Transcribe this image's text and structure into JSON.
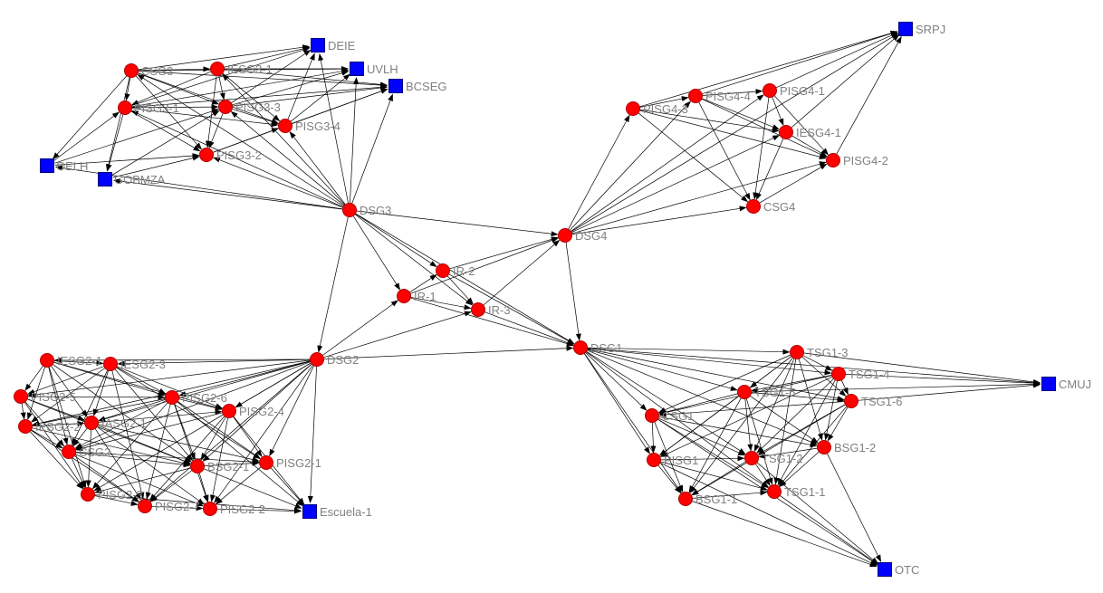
{
  "diagram": {
    "colors": {
      "actor": "#ff0000",
      "actor_stroke": "#b00000",
      "org": "#0000ff",
      "org_stroke": "#000080",
      "edge": "#000000",
      "label": "#808080"
    },
    "nodes": [
      {
        "id": "DEIE",
        "label": "DEIE",
        "kind": "org"
      },
      {
        "id": "UVLH",
        "label": "UVLH",
        "kind": "org"
      },
      {
        "id": "BCSEG",
        "label": "BCSEG",
        "kind": "org"
      },
      {
        "id": "OELH",
        "label": "OELH",
        "kind": "org"
      },
      {
        "id": "GOBMZA",
        "label": "GOBMZA",
        "kind": "org"
      },
      {
        "id": "SRPJ",
        "label": "SRPJ",
        "kind": "org"
      },
      {
        "id": "CMUJ",
        "label": "CMUJ",
        "kind": "org"
      },
      {
        "id": "OTC",
        "label": "OTC",
        "kind": "org"
      },
      {
        "id": "Escuela-1",
        "label": "Escuela-1",
        "kind": "org"
      },
      {
        "id": "CSG3",
        "label": "CSG3",
        "kind": "actor"
      },
      {
        "id": "IESG3-1",
        "label": "IESG3-1",
        "kind": "actor"
      },
      {
        "id": "PISG3-1",
        "label": "PISG3-1",
        "kind": "actor"
      },
      {
        "id": "PISG3-3",
        "label": "PISG3-3",
        "kind": "actor"
      },
      {
        "id": "PISG3-4",
        "label": "PISG3-4",
        "kind": "actor"
      },
      {
        "id": "PISG3-2",
        "label": "PISG3-2",
        "kind": "actor"
      },
      {
        "id": "DSG3",
        "label": "DSG3",
        "kind": "actor"
      },
      {
        "id": "IR-2",
        "label": "IR-2",
        "kind": "actor"
      },
      {
        "id": "IR-1",
        "label": "IR-1",
        "kind": "actor"
      },
      {
        "id": "IR-3",
        "label": "IR-3",
        "kind": "actor"
      },
      {
        "id": "DSG4",
        "label": "DSG4",
        "kind": "actor"
      },
      {
        "id": "DSG1",
        "label": "DSG1",
        "kind": "actor"
      },
      {
        "id": "DSG2",
        "label": "DSG2",
        "kind": "actor"
      },
      {
        "id": "PISG4-3",
        "label": "PISG4-3",
        "kind": "actor"
      },
      {
        "id": "PISG4-4",
        "label": "PISG4-4",
        "kind": "actor"
      },
      {
        "id": "PISG4-1",
        "label": "PISG4-1",
        "kind": "actor"
      },
      {
        "id": "IESG4-1",
        "label": "IESG4-1",
        "kind": "actor"
      },
      {
        "id": "PISG4-2",
        "label": "PISG4-2",
        "kind": "actor"
      },
      {
        "id": "CSG4",
        "label": "CSG4",
        "kind": "actor"
      },
      {
        "id": "IESG2-1",
        "label": "IESG2-1",
        "kind": "actor"
      },
      {
        "id": "IESG2-3",
        "label": "IESG2-3",
        "kind": "actor"
      },
      {
        "id": "PISG2-5",
        "label": "PISG2-5",
        "kind": "actor"
      },
      {
        "id": "PISG2-6",
        "label": "PISG2-6",
        "kind": "actor"
      },
      {
        "id": "IESG2-2",
        "label": "IESG2-2",
        "kind": "actor"
      },
      {
        "id": "IASG2-1",
        "label": "IASG2-1",
        "kind": "actor"
      },
      {
        "id": "PISG2-4",
        "label": "PISG2-4",
        "kind": "actor"
      },
      {
        "id": "CSG2",
        "label": "CSG2",
        "kind": "actor"
      },
      {
        "id": "BSG2-1",
        "label": "BSG2-1",
        "kind": "actor"
      },
      {
        "id": "PISG2-1",
        "label": "PISG2-1",
        "kind": "actor"
      },
      {
        "id": "PISG2-3",
        "label": "PISG2-3",
        "kind": "actor"
      },
      {
        "id": "PISG2-7",
        "label": "PISG2-7",
        "kind": "actor"
      },
      {
        "id": "PISG2-2",
        "label": "PISG2-2",
        "kind": "actor"
      },
      {
        "id": "TSG1-3",
        "label": "TSG1-3",
        "kind": "actor"
      },
      {
        "id": "TSG1-4",
        "label": "TSG1-4",
        "kind": "actor"
      },
      {
        "id": "TSG1-5",
        "label": "TSG1-5",
        "kind": "actor"
      },
      {
        "id": "TSG1-6",
        "label": "TSG1-6",
        "kind": "actor"
      },
      {
        "id": "CSG1",
        "label": "CSG1",
        "kind": "actor"
      },
      {
        "id": "BSG1-2",
        "label": "BSG1-2",
        "kind": "actor"
      },
      {
        "id": "PISG1",
        "label": "PISG1",
        "kind": "actor"
      },
      {
        "id": "TSG1-2",
        "label": "TSG1-2",
        "kind": "actor"
      },
      {
        "id": "BSG1-1",
        "label": "BSG1-1",
        "kind": "actor"
      },
      {
        "id": "TSG1-1",
        "label": "TSG1-1",
        "kind": "actor"
      }
    ],
    "edges": [
      [
        "CSG3",
        "IESG3-1"
      ],
      [
        "CSG3",
        "PISG3-1"
      ],
      [
        "CSG3",
        "PISG3-3"
      ],
      [
        "CSG3",
        "PISG3-4"
      ],
      [
        "CSG3",
        "DEIE"
      ],
      [
        "CSG3",
        "UVLH"
      ],
      [
        "CSG3",
        "BCSEG"
      ],
      [
        "CSG3",
        "OELH"
      ],
      [
        "CSG3",
        "GOBMZA"
      ],
      [
        "CSG3",
        "PISG3-2"
      ],
      [
        "IESG3-1",
        "PISG3-1"
      ],
      [
        "IESG3-1",
        "PISG3-3"
      ],
      [
        "IESG3-1",
        "PISG3-4"
      ],
      [
        "IESG3-1",
        "DEIE"
      ],
      [
        "IESG3-1",
        "UVLH"
      ],
      [
        "IESG3-1",
        "BCSEG"
      ],
      [
        "IESG3-1",
        "PISG3-2"
      ],
      [
        "PISG3-1",
        "PISG3-3"
      ],
      [
        "PISG3-1",
        "PISG3-4"
      ],
      [
        "PISG3-1",
        "PISG3-2"
      ],
      [
        "PISG3-1",
        "DEIE"
      ],
      [
        "PISG3-1",
        "UVLH"
      ],
      [
        "PISG3-1",
        "BCSEG"
      ],
      [
        "PISG3-1",
        "GOBMZA"
      ],
      [
        "PISG3-3",
        "PISG3-4"
      ],
      [
        "PISG3-3",
        "PISG3-2"
      ],
      [
        "PISG3-3",
        "DEIE"
      ],
      [
        "PISG3-3",
        "UVLH"
      ],
      [
        "PISG3-3",
        "BCSEG"
      ],
      [
        "PISG3-4",
        "DEIE"
      ],
      [
        "PISG3-4",
        "UVLH"
      ],
      [
        "PISG3-4",
        "BCSEG"
      ],
      [
        "PISG3-2",
        "PISG3-4"
      ],
      [
        "PISG3-2",
        "BCSEG"
      ],
      [
        "OELH",
        "PISG3-2"
      ],
      [
        "OELH",
        "PISG3-3"
      ],
      [
        "OELH",
        "PISG3-1"
      ],
      [
        "GOBMZA",
        "PISG3-2"
      ],
      [
        "GOBMZA",
        "PISG3-3"
      ],
      [
        "DSG3",
        "CSG3"
      ],
      [
        "DSG3",
        "IESG3-1"
      ],
      [
        "DSG3",
        "PISG3-1"
      ],
      [
        "DSG3",
        "PISG3-3"
      ],
      [
        "DSG3",
        "PISG3-4"
      ],
      [
        "DSG3",
        "PISG3-2"
      ],
      [
        "DSG3",
        "DEIE"
      ],
      [
        "DSG3",
        "UVLH"
      ],
      [
        "DSG3",
        "BCSEG"
      ],
      [
        "DSG3",
        "OELH"
      ],
      [
        "DSG3",
        "GOBMZA"
      ],
      [
        "DSG3",
        "IR-2"
      ],
      [
        "DSG3",
        "IR-1"
      ],
      [
        "DSG3",
        "IR-3"
      ],
      [
        "DSG3",
        "DSG4"
      ],
      [
        "DSG3",
        "DSG2"
      ],
      [
        "DSG3",
        "DSG1"
      ],
      [
        "IR-1",
        "IR-2"
      ],
      [
        "IR-1",
        "IR-3"
      ],
      [
        "IR-2",
        "IR-3"
      ],
      [
        "IR-2",
        "DSG4"
      ],
      [
        "IR-3",
        "DSG4"
      ],
      [
        "IR-1",
        "DSG4"
      ],
      [
        "IR-1",
        "DSG1"
      ],
      [
        "IR-2",
        "DSG1"
      ],
      [
        "IR-3",
        "DSG1"
      ],
      [
        "DSG2",
        "IR-1"
      ],
      [
        "DSG2",
        "IR-3"
      ],
      [
        "DSG2",
        "DSG1"
      ],
      [
        "DSG4",
        "DSG1"
      ],
      [
        "DSG4",
        "PISG4-3"
      ],
      [
        "DSG4",
        "PISG4-4"
      ],
      [
        "DSG4",
        "PISG4-1"
      ],
      [
        "DSG4",
        "IESG4-1"
      ],
      [
        "DSG4",
        "PISG4-2"
      ],
      [
        "DSG4",
        "CSG4"
      ],
      [
        "DSG4",
        "SRPJ"
      ],
      [
        "PISG4-3",
        "PISG4-4"
      ],
      [
        "PISG4-3",
        "IESG4-1"
      ],
      [
        "PISG4-3",
        "PISG4-2"
      ],
      [
        "PISG4-3",
        "CSG4"
      ],
      [
        "PISG4-3",
        "SRPJ"
      ],
      [
        "PISG4-4",
        "PISG4-1"
      ],
      [
        "PISG4-4",
        "IESG4-1"
      ],
      [
        "PISG4-4",
        "PISG4-2"
      ],
      [
        "PISG4-4",
        "CSG4"
      ],
      [
        "PISG4-4",
        "SRPJ"
      ],
      [
        "PISG4-1",
        "IESG4-1"
      ],
      [
        "PISG4-1",
        "PISG4-2"
      ],
      [
        "PISG4-1",
        "CSG4"
      ],
      [
        "PISG4-1",
        "SRPJ"
      ],
      [
        "IESG4-1",
        "PISG4-2"
      ],
      [
        "IESG4-1",
        "CSG4"
      ],
      [
        "IESG4-1",
        "SRPJ"
      ],
      [
        "PISG4-2",
        "SRPJ"
      ],
      [
        "CSG4",
        "PISG4-2"
      ],
      [
        "DSG2",
        "IESG2-1"
      ],
      [
        "DSG2",
        "IESG2-3"
      ],
      [
        "DSG2",
        "PISG2-5"
      ],
      [
        "DSG2",
        "PISG2-6"
      ],
      [
        "DSG2",
        "IESG2-2"
      ],
      [
        "DSG2",
        "IASG2-1"
      ],
      [
        "DSG2",
        "PISG2-4"
      ],
      [
        "DSG2",
        "CSG2"
      ],
      [
        "DSG2",
        "BSG2-1"
      ],
      [
        "DSG2",
        "PISG2-1"
      ],
      [
        "DSG2",
        "PISG2-3"
      ],
      [
        "DSG2",
        "PISG2-7"
      ],
      [
        "DSG2",
        "PISG2-2"
      ],
      [
        "DSG2",
        "Escuela-1"
      ],
      [
        "IESG2-1",
        "IESG2-3"
      ],
      [
        "IESG2-1",
        "PISG2-5"
      ],
      [
        "IESG2-1",
        "PISG2-6"
      ],
      [
        "IESG2-1",
        "IESG2-2"
      ],
      [
        "IESG2-1",
        "IASG2-1"
      ],
      [
        "IESG2-1",
        "CSG2"
      ],
      [
        "IESG2-1",
        "BSG2-1"
      ],
      [
        "IESG2-1",
        "PISG2-3"
      ],
      [
        "IESG2-1",
        "PISG2-4"
      ],
      [
        "IESG2-3",
        "PISG2-5"
      ],
      [
        "IESG2-3",
        "PISG2-6"
      ],
      [
        "IESG2-3",
        "IESG2-2"
      ],
      [
        "IESG2-3",
        "IASG2-1"
      ],
      [
        "IESG2-3",
        "CSG2"
      ],
      [
        "IESG2-3",
        "BSG2-1"
      ],
      [
        "IESG2-3",
        "PISG2-4"
      ],
      [
        "IESG2-3",
        "PISG2-1"
      ],
      [
        "IESG2-3",
        "PISG2-7"
      ],
      [
        "PISG2-5",
        "IESG2-2"
      ],
      [
        "PISG2-5",
        "IASG2-1"
      ],
      [
        "PISG2-5",
        "CSG2"
      ],
      [
        "PISG2-5",
        "PISG2-6"
      ],
      [
        "PISG2-5",
        "BSG2-1"
      ],
      [
        "PISG2-5",
        "PISG2-3"
      ],
      [
        "PISG2-6",
        "IESG2-2"
      ],
      [
        "PISG2-6",
        "IASG2-1"
      ],
      [
        "PISG2-6",
        "PISG2-4"
      ],
      [
        "PISG2-6",
        "CSG2"
      ],
      [
        "PISG2-6",
        "BSG2-1"
      ],
      [
        "PISG2-6",
        "PISG2-1"
      ],
      [
        "PISG2-6",
        "PISG2-3"
      ],
      [
        "PISG2-6",
        "PISG2-7"
      ],
      [
        "PISG2-6",
        "PISG2-2"
      ],
      [
        "PISG2-6",
        "Escuela-1"
      ],
      [
        "IESG2-2",
        "IASG2-1"
      ],
      [
        "IESG2-2",
        "CSG2"
      ],
      [
        "IESG2-2",
        "PISG2-3"
      ],
      [
        "IESG2-2",
        "BSG2-1"
      ],
      [
        "IESG2-2",
        "PISG2-7"
      ],
      [
        "IASG2-1",
        "PISG2-4"
      ],
      [
        "IASG2-1",
        "CSG2"
      ],
      [
        "IASG2-1",
        "BSG2-1"
      ],
      [
        "IASG2-1",
        "PISG2-1"
      ],
      [
        "IASG2-1",
        "PISG2-3"
      ],
      [
        "IASG2-1",
        "PISG2-7"
      ],
      [
        "IASG2-1",
        "PISG2-2"
      ],
      [
        "PISG2-4",
        "CSG2"
      ],
      [
        "PISG2-4",
        "BSG2-1"
      ],
      [
        "PISG2-4",
        "PISG2-1"
      ],
      [
        "PISG2-4",
        "PISG2-2"
      ],
      [
        "PISG2-4",
        "PISG2-7"
      ],
      [
        "PISG2-4",
        "Escuela-1"
      ],
      [
        "CSG2",
        "BSG2-1"
      ],
      [
        "CSG2",
        "PISG2-3"
      ],
      [
        "CSG2",
        "PISG2-7"
      ],
      [
        "CSG2",
        "PISG2-2"
      ],
      [
        "CSG2",
        "PISG2-1"
      ],
      [
        "BSG2-1",
        "PISG2-1"
      ],
      [
        "BSG2-1",
        "PISG2-3"
      ],
      [
        "BSG2-1",
        "PISG2-7"
      ],
      [
        "BSG2-1",
        "PISG2-2"
      ],
      [
        "BSG2-1",
        "Escuela-1"
      ],
      [
        "PISG2-1",
        "Escuela-1"
      ],
      [
        "PISG2-1",
        "PISG2-2"
      ],
      [
        "PISG2-3",
        "PISG2-7"
      ],
      [
        "PISG2-7",
        "PISG2-2"
      ],
      [
        "PISG2-2",
        "Escuela-1"
      ],
      [
        "PISG2-3",
        "Escuela-1"
      ],
      [
        "DSG1",
        "TSG1-3"
      ],
      [
        "DSG1",
        "TSG1-4"
      ],
      [
        "DSG1",
        "TSG1-5"
      ],
      [
        "DSG1",
        "TSG1-6"
      ],
      [
        "DSG1",
        "CSG1"
      ],
      [
        "DSG1",
        "BSG1-2"
      ],
      [
        "DSG1",
        "PISG1"
      ],
      [
        "DSG1",
        "TSG1-2"
      ],
      [
        "DSG1",
        "BSG1-1"
      ],
      [
        "DSG1",
        "TSG1-1"
      ],
      [
        "DSG1",
        "CMUJ"
      ],
      [
        "TSG1-3",
        "TSG1-4"
      ],
      [
        "TSG1-3",
        "TSG1-5"
      ],
      [
        "TSG1-3",
        "TSG1-6"
      ],
      [
        "TSG1-3",
        "CSG1"
      ],
      [
        "TSG1-3",
        "BSG1-2"
      ],
      [
        "TSG1-3",
        "PISG1"
      ],
      [
        "TSG1-3",
        "TSG1-2"
      ],
      [
        "TSG1-3",
        "TSG1-1"
      ],
      [
        "TSG1-3",
        "BSG1-1"
      ],
      [
        "TSG1-3",
        "CMUJ"
      ],
      [
        "TSG1-4",
        "TSG1-5"
      ],
      [
        "TSG1-4",
        "TSG1-6"
      ],
      [
        "TSG1-4",
        "CSG1"
      ],
      [
        "TSG1-4",
        "BSG1-2"
      ],
      [
        "TSG1-4",
        "TSG1-2"
      ],
      [
        "TSG1-4",
        "TSG1-1"
      ],
      [
        "TSG1-4",
        "PISG1"
      ],
      [
        "TSG1-4",
        "CMUJ"
      ],
      [
        "TSG1-5",
        "TSG1-6"
      ],
      [
        "TSG1-5",
        "CSG1"
      ],
      [
        "TSG1-5",
        "BSG1-2"
      ],
      [
        "TSG1-5",
        "PISG1"
      ],
      [
        "TSG1-5",
        "TSG1-2"
      ],
      [
        "TSG1-5",
        "BSG1-1"
      ],
      [
        "TSG1-5",
        "TSG1-1"
      ],
      [
        "TSG1-5",
        "CMUJ"
      ],
      [
        "TSG1-6",
        "CSG1"
      ],
      [
        "TSG1-6",
        "BSG1-2"
      ],
      [
        "TSG1-6",
        "TSG1-2"
      ],
      [
        "TSG1-6",
        "TSG1-1"
      ],
      [
        "TSG1-6",
        "BSG1-1"
      ],
      [
        "TSG1-6",
        "CMUJ"
      ],
      [
        "CSG1",
        "PISG1"
      ],
      [
        "CSG1",
        "TSG1-2"
      ],
      [
        "CSG1",
        "BSG1-1"
      ],
      [
        "CSG1",
        "TSG1-1"
      ],
      [
        "CSG1",
        "BSG1-2"
      ],
      [
        "BSG1-2",
        "TSG1-2"
      ],
      [
        "BSG1-2",
        "TSG1-1"
      ],
      [
        "BSG1-2",
        "OTC"
      ],
      [
        "PISG1",
        "TSG1-2"
      ],
      [
        "PISG1",
        "BSG1-1"
      ],
      [
        "PISG1",
        "TSG1-1"
      ],
      [
        "PISG1",
        "OTC"
      ],
      [
        "TSG1-2",
        "BSG1-1"
      ],
      [
        "TSG1-2",
        "TSG1-1"
      ],
      [
        "TSG1-2",
        "OTC"
      ],
      [
        "BSG1-1",
        "TSG1-1"
      ],
      [
        "BSG1-1",
        "OTC"
      ],
      [
        "TSG1-1",
        "OTC"
      ],
      [
        "CSG1",
        "OTC"
      ]
    ]
  }
}
